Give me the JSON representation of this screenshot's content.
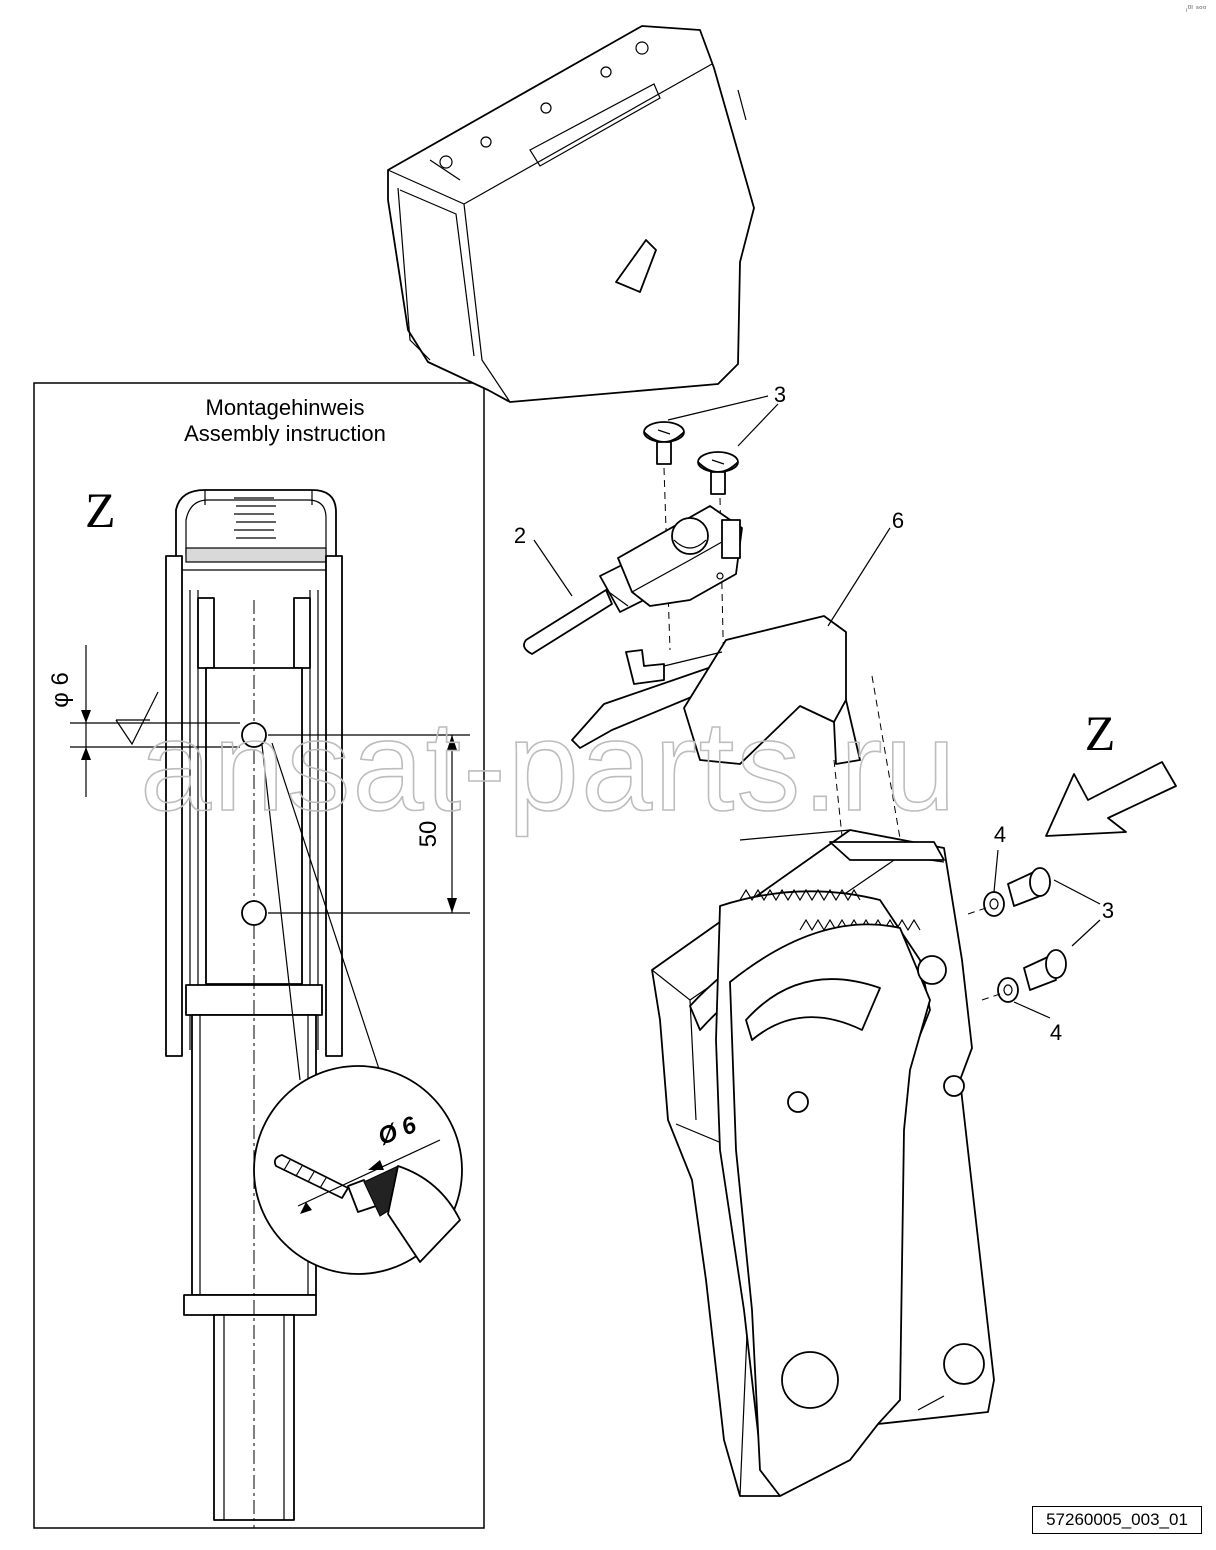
{
  "inset": {
    "title_de": "Montagehinweis",
    "title_en": "Assembly instruction",
    "view_letter": "Z",
    "hole_diameter": "φ 6",
    "distance": "50",
    "drill_diameter": "Ø 6"
  },
  "main_view": {
    "view_letter": "Z"
  },
  "callouts": {
    "screw_top": "3",
    "switch": "2",
    "bracket": "6",
    "washer_top": "4",
    "screw_side": "3",
    "washer_bottom": "4"
  },
  "watermark": "ansat-parts.ru",
  "drawing_code": "57260005_003_01",
  "corner_mark": "ᵢ⁰ᴵ ˢᵒᵒ"
}
